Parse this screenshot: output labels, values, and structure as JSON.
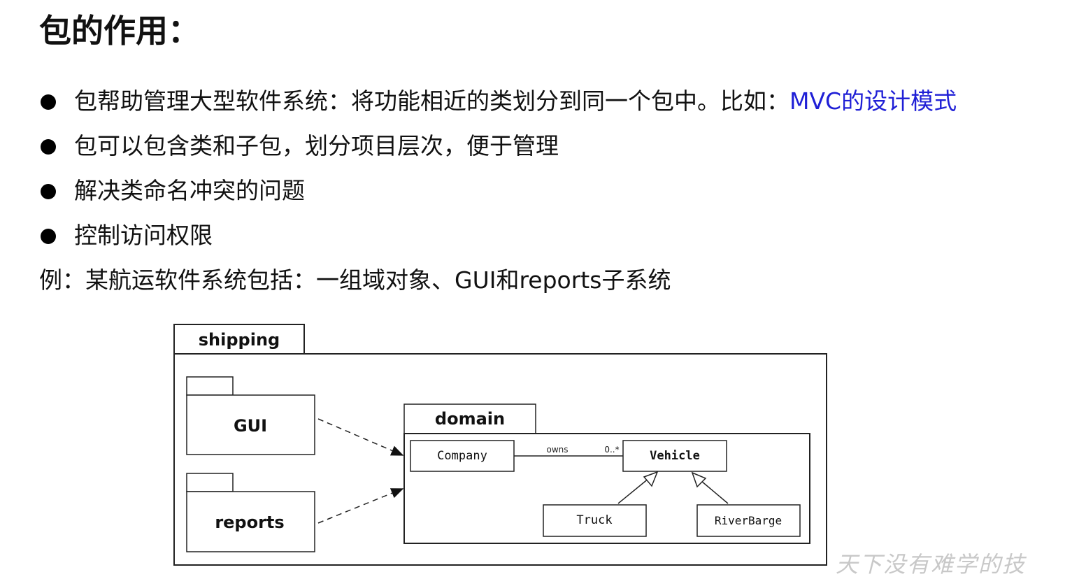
{
  "title": "包的作用：",
  "bullets": [
    {
      "text": "包帮助管理大型软件系统：将功能相近的类划分到同一个包中。比如：",
      "highlight": "MVC的设计模式"
    },
    {
      "text": "包可以包含类和子包，划分项目层次，便于管理",
      "highlight": ""
    },
    {
      "text": "解决类命名冲突的问题",
      "highlight": ""
    },
    {
      "text": "控制访问权限",
      "highlight": ""
    }
  ],
  "example": "例：某航运软件系统包括：一组域对象、GUI和reports子系统",
  "diagram": {
    "outer_package": "shipping",
    "gui_package": "GUI",
    "reports_package": "reports",
    "domain_package": "domain",
    "classes": {
      "company": "Company",
      "vehicle": "Vehicle",
      "truck": "Truck",
      "riverbarge": "RiverBarge"
    },
    "association": {
      "label": "owns",
      "multiplicity": "0..*"
    }
  },
  "watermark": "天下没有难学的技",
  "colors": {
    "highlight": "#1f1fd6",
    "text": "#111111",
    "watermark": "#c8c8c8"
  }
}
